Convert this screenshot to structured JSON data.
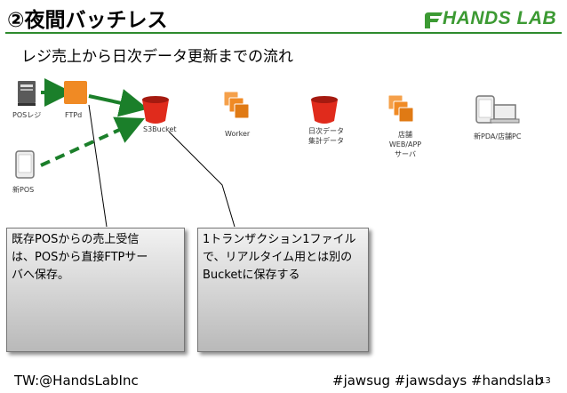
{
  "title": "②夜間バッチレス",
  "subtitle": "レジ売上から日次データ更新までの流れ",
  "logo": {
    "text": "HANDS LAB",
    "color": "#3c9a33"
  },
  "diagram": {
    "nodes": {
      "pos_register": "POSレジ",
      "ftpd": "FTPd",
      "s3bucket": "S3Bucket",
      "worker": "Worker",
      "daily_data_line1": "日次データ",
      "daily_data_line2": "集計データ",
      "store_server_line1": "店舗",
      "store_server_line2": "WEB/APP",
      "store_server_line3": "サーバ",
      "new_pda": "新PDA/店舗PC",
      "new_pos": "新POS"
    },
    "colors": {
      "arrow": "#1b7f2a",
      "ftpd": "#f08a24",
      "bucket": "#e02b1c",
      "worker": "#f08a24"
    }
  },
  "callouts": {
    "left": [
      "既存POSからの売上受信",
      "は、POSから直接FTPサー",
      "バへ保存。"
    ],
    "right": [
      "1トランザクション1ファイル",
      "で、リアルタイム用とは別の",
      "Bucketに保存する"
    ]
  },
  "footer": {
    "twitter": "TW:@HandsLabInc",
    "hashtags": "#jawsug #jawsdays #handslab",
    "page": "13"
  }
}
